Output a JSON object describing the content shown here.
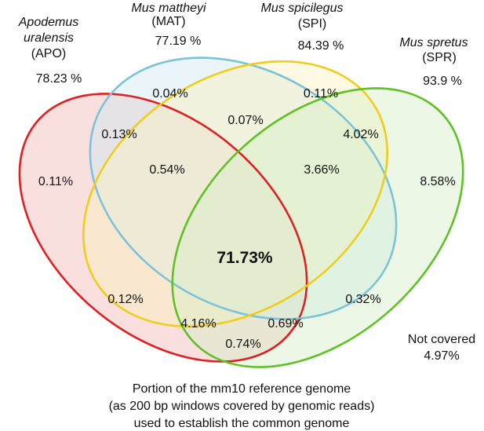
{
  "species": [
    {
      "key": "apo",
      "name_line1": "Apodemus",
      "name_line2": "uralensis",
      "abbr": "(APO)",
      "percent": "78.23 %",
      "color": "#e02020",
      "fill": "#f3b9b9"
    },
    {
      "key": "mat",
      "name_line1": "Mus mattheyi",
      "abbr": "(MAT)",
      "percent": "77.19 %",
      "color": "#7cc3d8",
      "fill": "#cfe8f1"
    },
    {
      "key": "spi",
      "name_line1": "Mus spicilegus",
      "abbr": "(SPI)",
      "percent": "84.39 %",
      "color": "#f0cd1a",
      "fill": "#fbf1bf"
    },
    {
      "key": "spr",
      "name_line1": "Mus spretus",
      "abbr": "(SPR)",
      "percent": "93.9 %",
      "color": "#5ec225",
      "fill": "#d4efc6"
    }
  ],
  "regions": {
    "apo_only": "0.11%",
    "mat_only": "0.04%",
    "spi_only": "0.11%",
    "spr_only": "8.58%",
    "apo_mat": "0.13%",
    "mat_spi": "0.07%",
    "spi_spr": "4.02%",
    "apo_mat_spi": "0.54%",
    "mat_spi_spr": "3.66%",
    "all_four": "71.73%",
    "apo_spi": "0.12%",
    "mat_spr": "0.32%",
    "apo_spi_spr": "4.16%",
    "apo_mat_spr": "0.69%",
    "apo_spr": "0.74%"
  },
  "not_covered": {
    "label": "Not covered",
    "value": "4.97%"
  },
  "caption": {
    "line1": "Portion of the mm10 reference genome",
    "line2": "(as 200 bp windows covered by genomic reads)",
    "line3": "used to establish the common genome"
  }
}
